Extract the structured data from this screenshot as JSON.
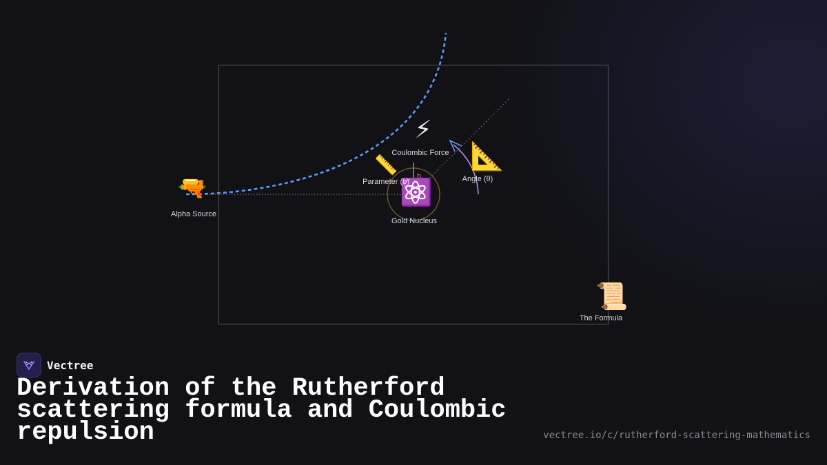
{
  "nodes": {
    "alpha_source": {
      "label": "Alpha Source",
      "icon": "water-pistol-icon",
      "glyph": "🔫"
    },
    "coulombic_force": {
      "label": "Coulombic Force",
      "icon": "lightning-icon",
      "glyph": "⚡"
    },
    "parameter": {
      "label": "Parameter (b)",
      "icon": "ruler-icon",
      "glyph": "📏"
    },
    "gold_nucleus": {
      "label": "Gold Nucleus",
      "icon": "atom-icon",
      "glyph": "⚛️"
    },
    "angle": {
      "label": "Angle (θ)",
      "icon": "triangular-ruler-icon",
      "glyph": "📐"
    },
    "formula": {
      "label": "The Formula",
      "icon": "scroll-icon",
      "glyph": "📜"
    }
  },
  "diagram": {
    "impact_parameter_symbol": "b",
    "colors": {
      "trajectory": "#5b9cf5",
      "impact_marker": "#e8677a",
      "angle_arc": "#b48cf0",
      "nucleus_ring": "#6b5a2a",
      "frame": "#4a4a52"
    }
  },
  "brand": {
    "name": "Vectree",
    "logo_icon": "vectree-logo-icon",
    "accent": "#8f6cf0"
  },
  "title": "Derivation of the Rutherford scattering formula and Coulombic repulsion",
  "url": "vectree.io/c/rutherford-scattering-mathematics"
}
